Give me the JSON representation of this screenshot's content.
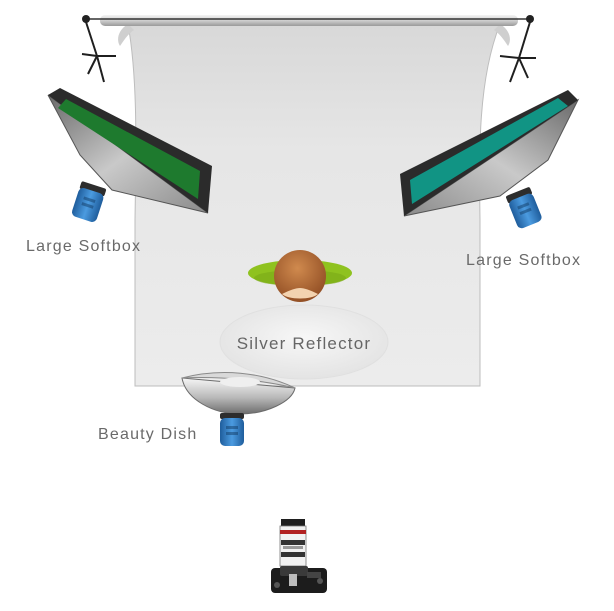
{
  "labels": {
    "left_softbox": "Large  Softbox",
    "right_softbox": "Large  Softbox",
    "reflector": "Silver  Reflector",
    "beauty_dish": "Beauty  Dish"
  },
  "colors": {
    "backdrop": "#e4e4e4",
    "left_softbox_panel": "#1e7a2e",
    "right_softbox_panel": "#119484",
    "softbox_frame": "#2b2b2b",
    "strobe_body": "#2f7ac0",
    "hair": "#b86a35",
    "shoulders": "#8fc21f",
    "reflector": "#eeeeee"
  },
  "icons": [
    "backdrop-roll",
    "softbox",
    "strobe-head",
    "subject-top-view",
    "reflector-disc",
    "beauty-dish",
    "camera-top-view"
  ]
}
